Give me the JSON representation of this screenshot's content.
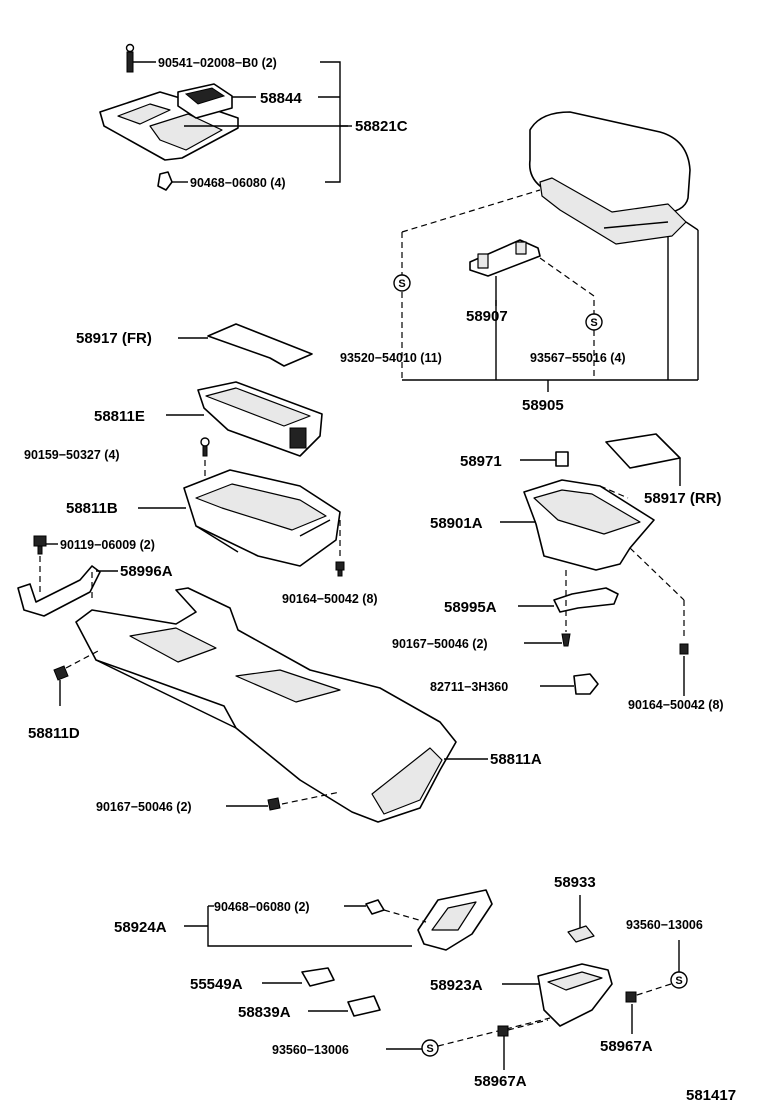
{
  "labels": {
    "p90541": "90541−02008−B0 (2)",
    "p58844": "58844",
    "p58821C": "58821C",
    "p90468a": "90468−06080 (4)",
    "p58907": "58907",
    "p93520": "93520−54010 (11)",
    "p93567": "93567−55016 (4)",
    "p58905": "58905",
    "p58917fr": "58917 (FR)",
    "p58811E": "58811E",
    "p90159": "90159−50327 (4)",
    "p58811B": "58811B",
    "p90119": "90119−06009 (2)",
    "p58996A": "58996A",
    "p90164a": "90164−50042 (8)",
    "p58971": "58971",
    "p58917rr": "58917 (RR)",
    "p58901A": "58901A",
    "p58995A": "58995A",
    "p90167a": "90167−50046 (2)",
    "p82711": "82711−3H360",
    "p90164b": "90164−50042 (8)",
    "p58811D": "58811D",
    "p58811A": "58811A",
    "p90167b": "90167−50046 (2)",
    "p58933": "58933",
    "p58924A": "58924A",
    "p90468b": "90468−06080 (2)",
    "p93560a": "93560−13006",
    "p55549A": "55549A",
    "p58923A": "58923A",
    "p58839A": "58839A",
    "p58967Aa": "58967A",
    "p93560b": "93560−13006",
    "p58967Ab": "58967A",
    "diagram_no": "581417",
    "symbol_s": "S"
  }
}
